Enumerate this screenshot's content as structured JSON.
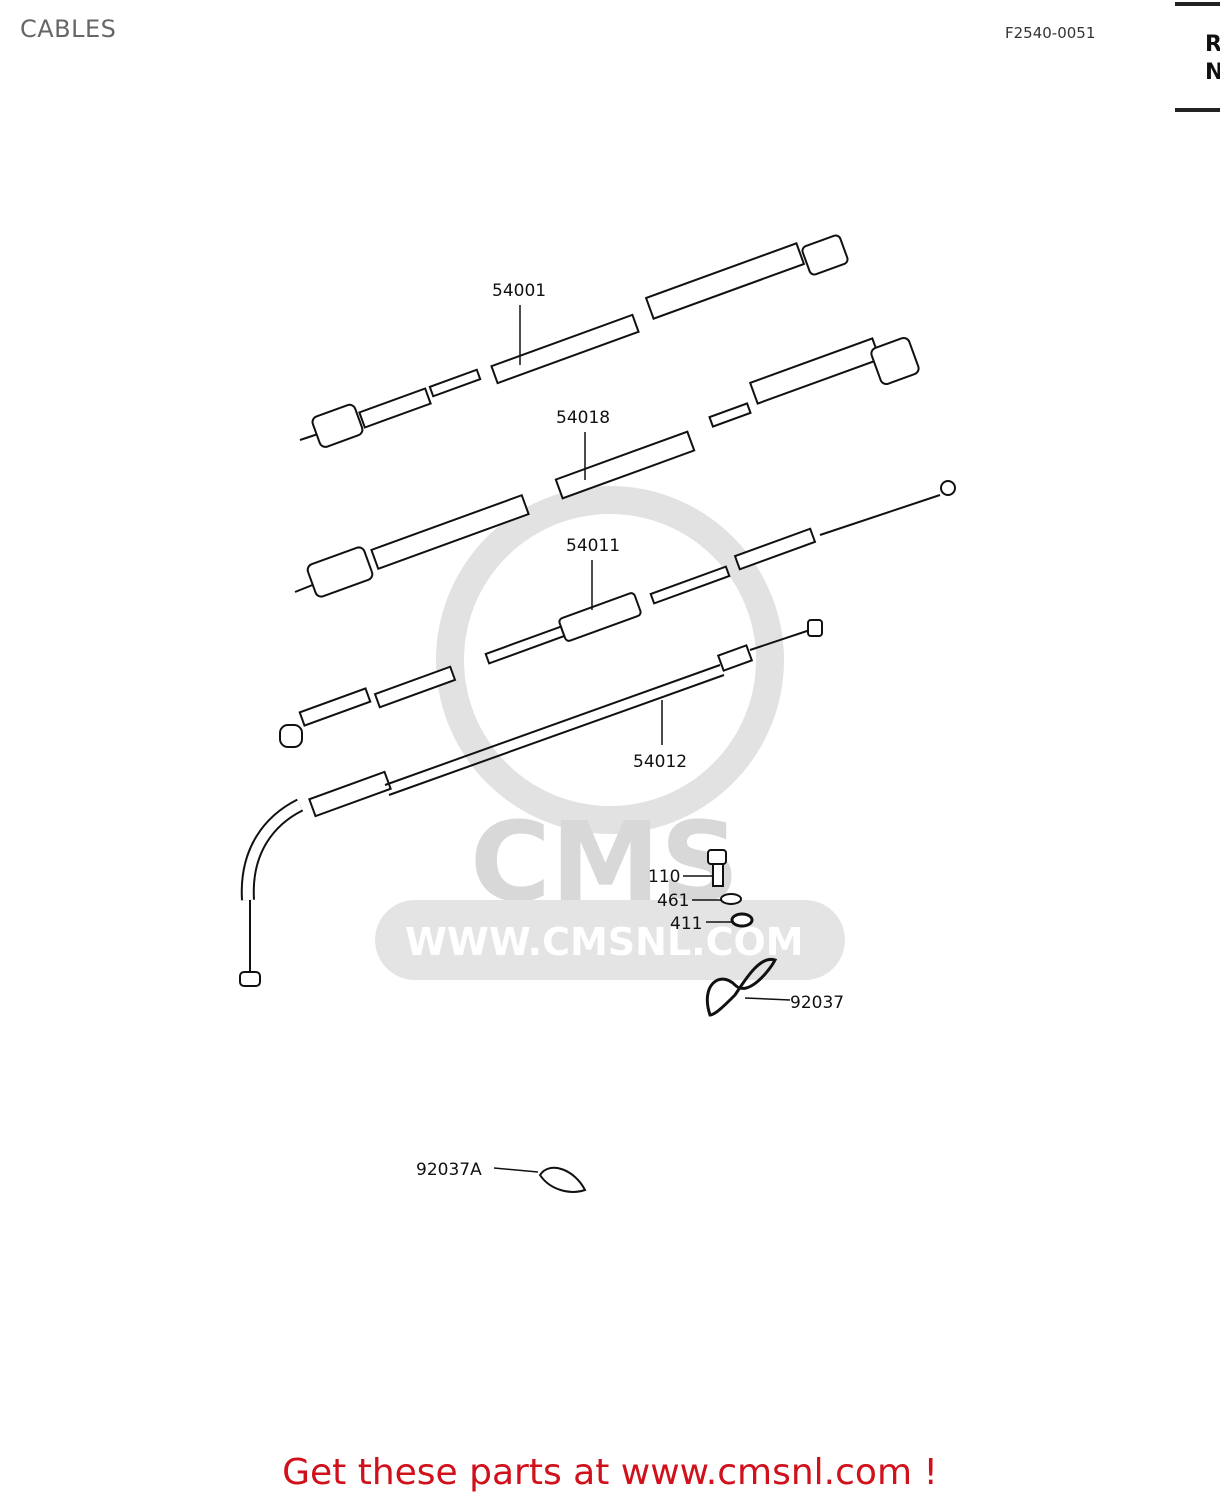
{
  "header": {
    "title": "CABLES",
    "ref_code": "F2540-0051",
    "edge_letters": [
      "R",
      "N"
    ]
  },
  "diagram": {
    "parts": [
      {
        "number": "54001"
      },
      {
        "number": "54018"
      },
      {
        "number": "54011"
      },
      {
        "number": "54012"
      },
      {
        "number": "110"
      },
      {
        "number": "461"
      },
      {
        "number": "411"
      },
      {
        "number": "92037"
      },
      {
        "number": "92037A"
      }
    ]
  },
  "watermark": {
    "logo_text": "CMS",
    "url_text": "WWW.CMSNL.COM"
  },
  "footer": {
    "promo_text": "Get these parts at www.cmsnl.com !",
    "color": "#d0101a"
  }
}
